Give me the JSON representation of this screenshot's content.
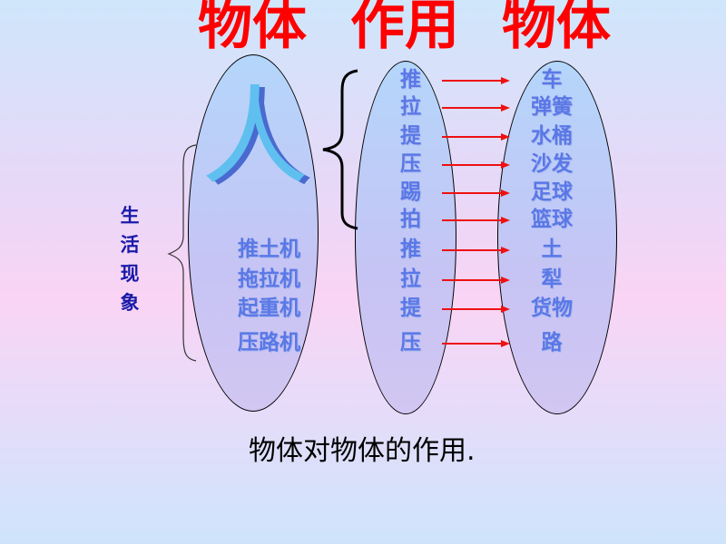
{
  "side_label": [
    "生",
    "活",
    "现",
    "象"
  ],
  "person_char": "人",
  "left_items": [
    "推土机",
    "拖拉机",
    "起重机",
    "压路机"
  ],
  "actions": [
    "推",
    "拉",
    "提",
    "压",
    "踢",
    "拍",
    "推",
    "拉",
    "提",
    "压"
  ],
  "targets": [
    "车",
    "弹簧",
    "水桶",
    "沙发",
    "足球",
    "篮球",
    "土",
    "犁",
    "货物",
    "路"
  ],
  "headings": {
    "left": "物体",
    "middle": "作用",
    "right": "物体"
  },
  "caption": "物体对物体的作用.",
  "colors": {
    "heading": "#ff0000",
    "items": "#5a78e6",
    "arrow": "#ee1111"
  }
}
